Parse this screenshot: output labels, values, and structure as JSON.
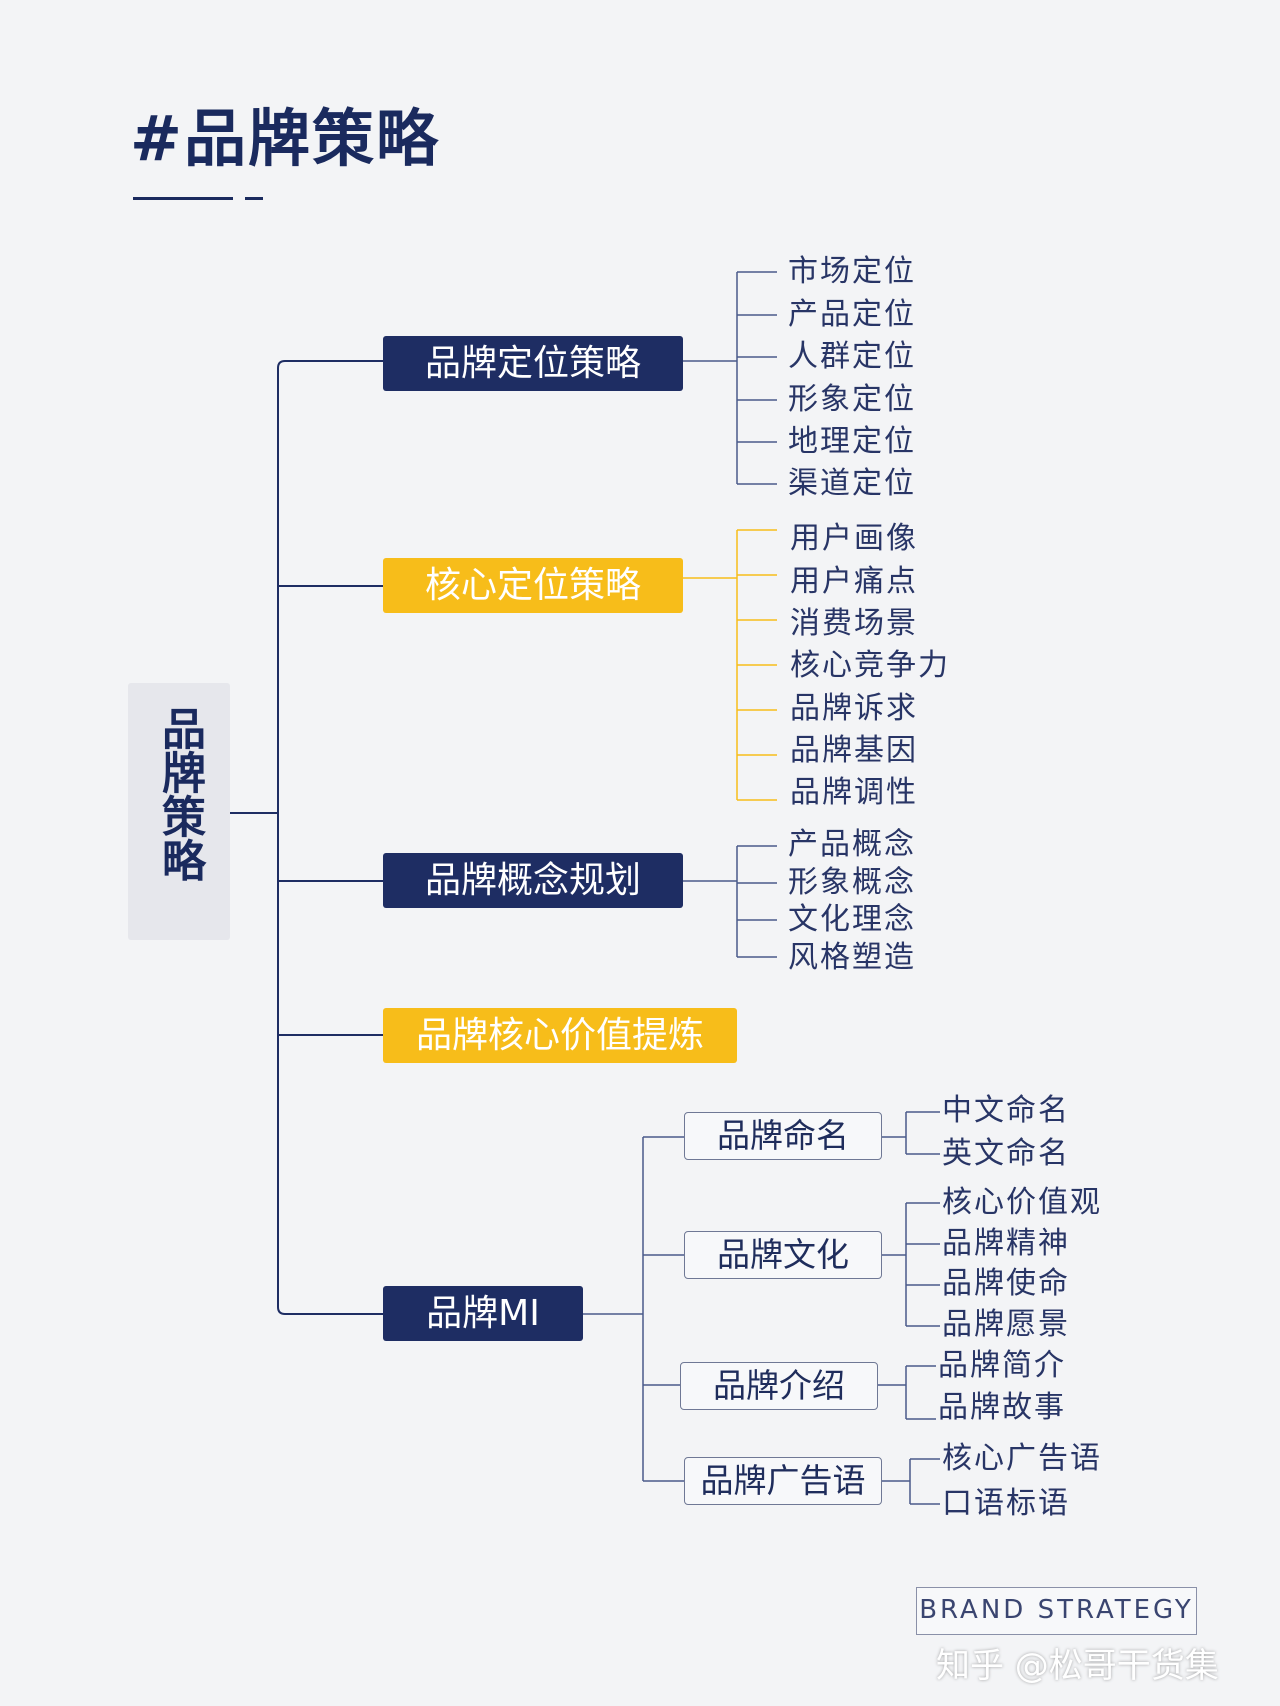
{
  "title": "#品牌策略",
  "root": "品牌策略",
  "branches": {
    "positioning": {
      "label": "品牌定位策略",
      "color": "#1e2d63",
      "children": [
        "市场定位",
        "产品定位",
        "人群定位",
        "形象定位",
        "地理定位",
        "渠道定位"
      ]
    },
    "core_positioning": {
      "label": "核心定位策略",
      "color": "#f7bd1a",
      "children": [
        "用户画像",
        "用户痛点",
        "消费场景",
        "核心竞争力",
        "品牌诉求",
        "品牌基因",
        "品牌调性"
      ]
    },
    "concept": {
      "label": "品牌概念规划",
      "color": "#1e2d63",
      "children": [
        "产品概念",
        "形象概念",
        "文化理念",
        "风格塑造"
      ]
    },
    "core_value": {
      "label": "品牌核心价值提炼",
      "color": "#f7bd1a"
    },
    "mi": {
      "label": "品牌MI",
      "color": "#1e2d63",
      "subs": [
        {
          "label": "品牌命名",
          "children": [
            "中文命名",
            "英文命名"
          ]
        },
        {
          "label": "品牌文化",
          "children": [
            "核心价值观",
            "品牌精神",
            "品牌使命",
            "品牌愿景"
          ]
        },
        {
          "label": "品牌介绍",
          "children": [
            "品牌简介",
            "品牌故事"
          ]
        },
        {
          "label": "品牌广告语",
          "children": [
            "核心广告语",
            "口语标语"
          ]
        }
      ]
    }
  },
  "footer": {
    "brand": "BRAND STRATEGY",
    "watermark": "知乎 @松哥干货集"
  }
}
